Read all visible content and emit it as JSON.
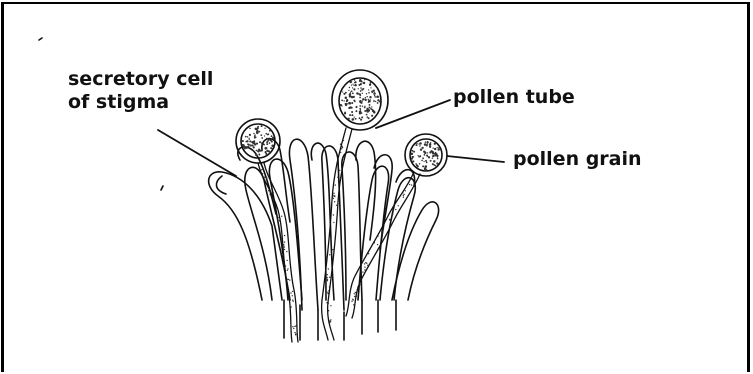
{
  "diagram": {
    "labels": {
      "secretory_cell": [
        "secretory cell",
        "of stigma"
      ],
      "pollen_tube": "pollen tube",
      "pollen_grain": "pollen grain"
    },
    "colors": {
      "ink": "#111111",
      "stipple": "#333333",
      "background": "#ffffff",
      "border": "#000000"
    }
  }
}
